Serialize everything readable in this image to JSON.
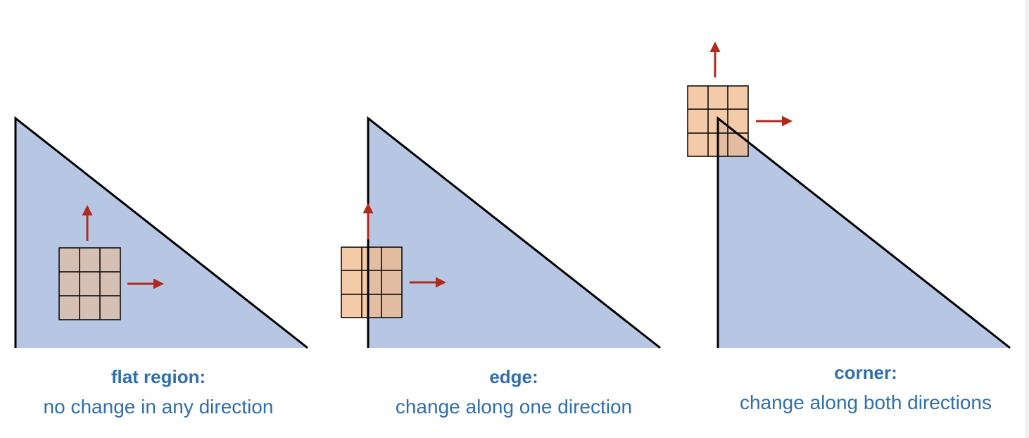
{
  "panels": [
    {
      "id": "flat",
      "title": "flat region:",
      "subtitle": "no change in any direction"
    },
    {
      "id": "edge",
      "title": "edge:",
      "subtitle": "change along one direction"
    },
    {
      "id": "corner",
      "title": "corner:",
      "subtitle": "change along both directions"
    }
  ],
  "colors": {
    "triangle_fill": "#b7c6e3",
    "outline": "#000000",
    "window_fill": "#f0b98c",
    "arrow": "#b02a1e",
    "caption_text": "#2f6fad"
  }
}
